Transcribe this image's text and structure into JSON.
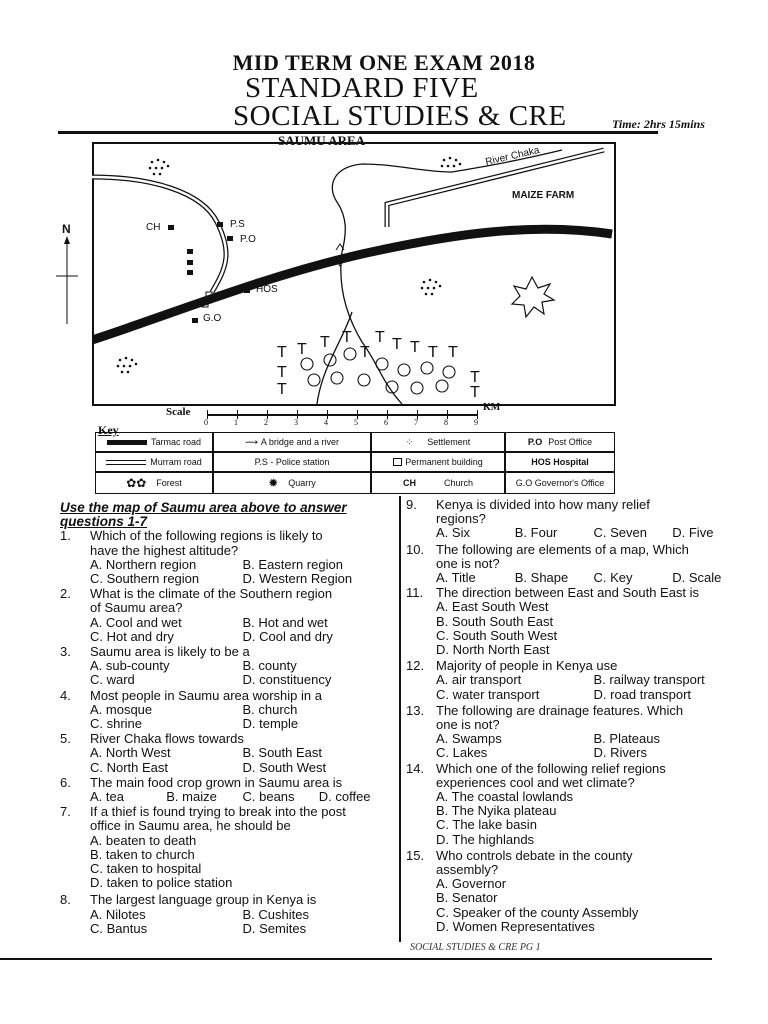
{
  "header": {
    "title_line1": "MID TERM ONE EXAM 2018",
    "title_line2": "STANDARD FIVE",
    "title_line3": "SOCIAL STUDIES & CRE",
    "time": "Time: 2hrs 15mins"
  },
  "map": {
    "title": "SAUMU AREA",
    "north": "N",
    "labels": {
      "river": "River Chaka",
      "maize": "MAIZE FARM",
      "ch": "CH",
      "ps": "P.S",
      "po": "P.O",
      "hos": "HOS",
      "go": "G.O"
    },
    "scale": {
      "label": "Scale",
      "unit": "KM",
      "ticks": [
        "0",
        "1",
        "2",
        "3",
        "4",
        "5",
        "6",
        "7",
        "8",
        "9"
      ]
    },
    "key": {
      "title": "Key",
      "items": [
        "Tarmac road",
        "A bridge and a river",
        "Settlement",
        "P.O",
        "Post Office",
        "Murram road",
        "P.S - Police station",
        "Permanent building",
        "HOS Hospital",
        "Forest",
        "Quarry",
        "CH",
        "Church",
        "G.O Governor's Office"
      ]
    }
  },
  "left_col": {
    "header_line1": "Use the map of Saumu area above to answer",
    "header_line2": "questions 1-7",
    "questions": [
      {
        "num": "1.",
        "lines": [
          "Which of the following regions is likely to",
          "have the highest altitude?"
        ],
        "opts": [
          [
            "A. Northern region",
            "B. Eastern region"
          ],
          [
            "C. Southern region",
            "D. Western Region"
          ]
        ]
      },
      {
        "num": "2.",
        "lines": [
          "What is the climate of the Southern region",
          "of Saumu area?"
        ],
        "opts": [
          [
            "A. Cool and wet",
            "B. Hot and wet"
          ],
          [
            "C. Hot and dry",
            "D. Cool and dry"
          ]
        ]
      },
      {
        "num": "3.",
        "lines": [
          "Saumu area is likely to be a"
        ],
        "opts": [
          [
            "A. sub-county",
            "B. county"
          ],
          [
            "C. ward",
            "D. constituency"
          ]
        ]
      },
      {
        "num": "4.",
        "lines": [
          "Most people in Saumu area worship in a"
        ],
        "opts": [
          [
            "A. mosque",
            "B. church"
          ],
          [
            "C. shrine",
            "D. temple"
          ]
        ]
      },
      {
        "num": "5.",
        "lines": [
          "River Chaka flows towards"
        ],
        "opts": [
          [
            "A. North West",
            "B. South East"
          ],
          [
            "C. North East",
            "D. South West"
          ]
        ]
      },
      {
        "num": "6.",
        "lines": [
          "The main food crop grown in Saumu area is"
        ],
        "opts": [
          [
            "A. tea",
            "B. maize",
            "C. beans",
            "D. coffee"
          ]
        ]
      },
      {
        "num": "7.",
        "lines": [
          "If a thief is found trying to break into the post",
          "office in Saumu area, he should be"
        ],
        "opts": [
          [
            "A. beaten to death"
          ],
          [
            "B. taken to church"
          ],
          [
            "C. taken to hospital"
          ],
          [
            "D. taken to police station"
          ]
        ]
      },
      {
        "num": "8.",
        "lines": [
          "The largest language group in Kenya is"
        ],
        "opts": [
          [
            "A. Nilotes",
            "B. Cushites"
          ],
          [
            "C. Bantus",
            "D. Semites"
          ]
        ]
      }
    ]
  },
  "right_col": {
    "questions": [
      {
        "num": "9.",
        "lines": [
          "Kenya is divided into how many relief",
          "regions?"
        ],
        "opts": [
          [
            "A. Six",
            "B. Four",
            "C. Seven",
            "D. Five"
          ]
        ]
      },
      {
        "num": "10.",
        "lines": [
          "The following are elements of a map, Which",
          "one is not?"
        ],
        "opts": [
          [
            "A. Title",
            "B. Shape",
            "C. Key",
            "D. Scale"
          ]
        ]
      },
      {
        "num": "11.",
        "lines": [
          "The direction between East and South East is"
        ],
        "opts": [
          [
            "A. East South West"
          ],
          [
            "B. South South East"
          ],
          [
            "C. South South West"
          ],
          [
            "D. North North East"
          ]
        ]
      },
      {
        "num": "12.",
        "lines": [
          "Majority of people in Kenya use"
        ],
        "opts": [
          [
            "A. air transport",
            "B. railway transport"
          ],
          [
            "C. water transport",
            "D. road transport"
          ]
        ]
      },
      {
        "num": "13.",
        "lines": [
          "The following are drainage features. Which",
          "one is not?"
        ],
        "opts": [
          [
            "A. Swamps",
            "B. Plateaus"
          ],
          [
            "C. Lakes",
            "D. Rivers"
          ]
        ]
      },
      {
        "num": "14.",
        "lines": [
          "Which one of the following relief regions",
          "experiences cool and wet climate?"
        ],
        "opts": [
          [
            "A. The coastal lowlands"
          ],
          [
            "B. The Nyika plateau"
          ],
          [
            "C. The lake basin"
          ],
          [
            "D. The highlands"
          ]
        ]
      },
      {
        "num": "15.",
        "lines": [
          "Who controls debate in the county",
          "assembly?"
        ],
        "opts": [
          [
            "A. Governor"
          ],
          [
            "B. Senator"
          ],
          [
            "C. Speaker of the county Assembly"
          ],
          [
            "D. Women Representatives"
          ]
        ]
      }
    ]
  },
  "footer": "SOCIAL STUDIES & CRE     PG 1"
}
